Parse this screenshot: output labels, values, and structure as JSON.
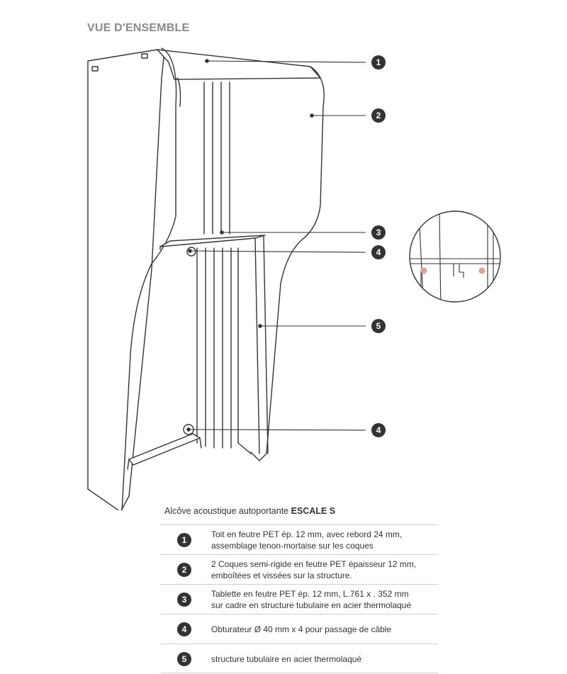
{
  "title": "VUE D'ENSEMBLE",
  "caption": {
    "prefix": "Alcôve acoustique autoportante ",
    "product": "ESCALE S"
  },
  "callouts": [
    "1",
    "2",
    "3",
    "4",
    "5",
    "4"
  ],
  "legend": [
    {
      "num": "1",
      "line1": "Toit en feutre PET ép. 12 mm, avec rebord 24 mm,",
      "line2": "assemblage tenon-mortaise sur les coques"
    },
    {
      "num": "2",
      "line1": "2 Coques semi-rigide en feutre PET épaisseur 12 mm,",
      "line2": "emboîtées et vissées sur la structure."
    },
    {
      "num": "3",
      "line1": "Tablette en feutre PET ép. 12 mm, L.761 x . 352 mm",
      "line2": "sur cadre  en structure tubulaire en acier thermolaqué"
    },
    {
      "num": "4",
      "line1": "Obturateur Ø 40 mm  x 4 pour passage de câble",
      "line2": ""
    },
    {
      "num": "5",
      "line1": "structure tubulaire en acier thermolaqué",
      "line2": ""
    }
  ],
  "colors": {
    "line": "#333333",
    "badge": "#333333",
    "pin": "#d9a59b"
  }
}
